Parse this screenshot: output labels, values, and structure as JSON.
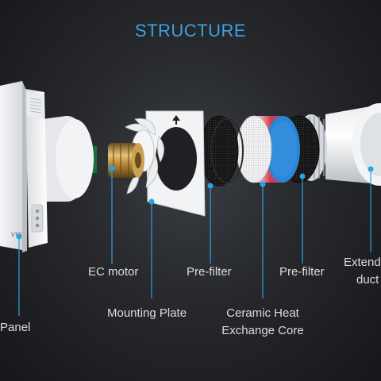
{
  "title": "STRUCTURE",
  "colors": {
    "accent": "#2ea0e6",
    "title": "#3aa3e3",
    "label": "#dcdcdc",
    "background": "#1b1d20"
  },
  "labels": {
    "panel": "Panel",
    "ec_motor": "EC motor",
    "mounting_plate": "Mounting Plate",
    "prefilter_1": "Pre-filter",
    "ceramic_core_line1": "Ceramic Heat",
    "ceramic_core_line2": "Exchange Core",
    "prefilter_2": "Pre-filter",
    "extended_duct_line1": "Extended",
    "extended_duct_line2": "duct"
  },
  "panel_logo_text": "VTS"
}
